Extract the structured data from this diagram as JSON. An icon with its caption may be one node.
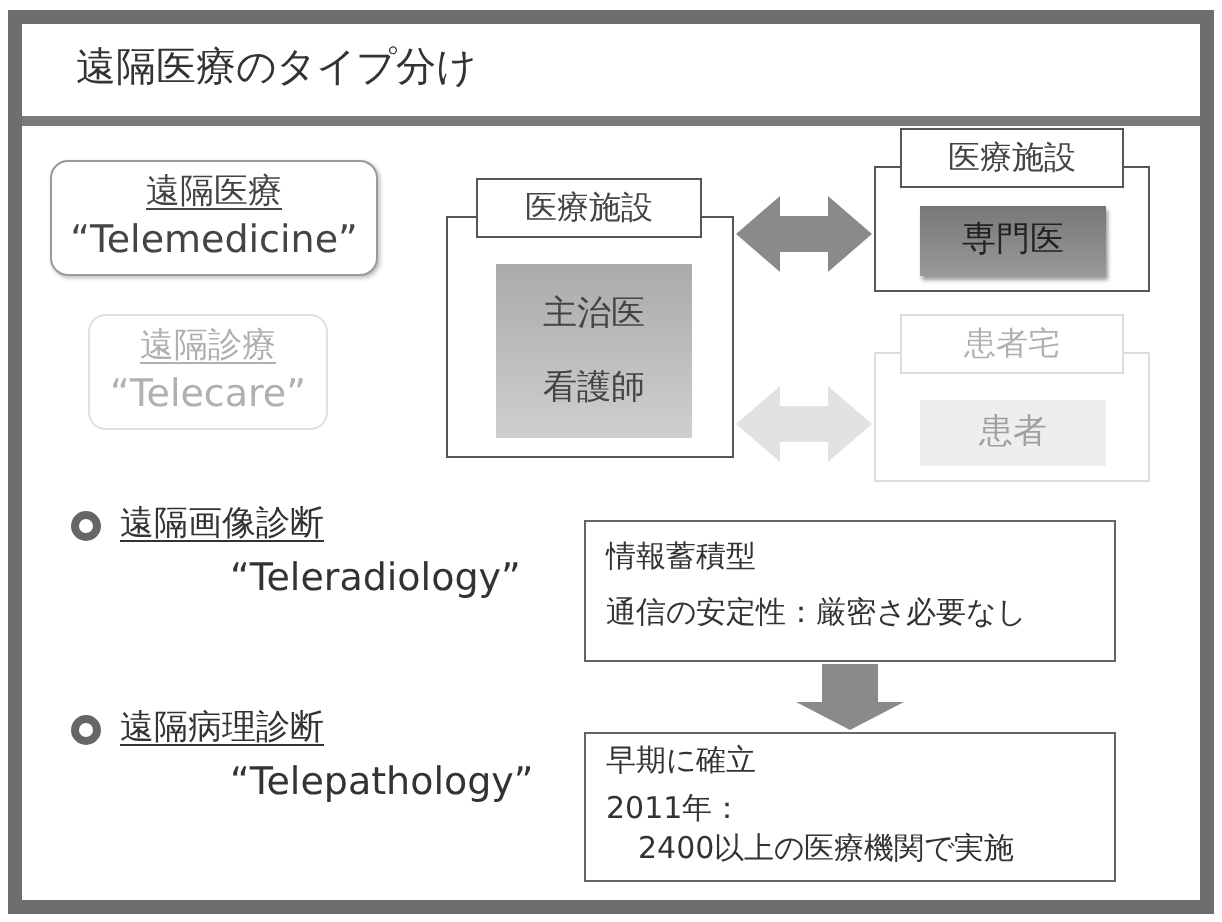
{
  "diagram": {
    "title": "遠隔医療のタイプ分け",
    "nodes": [
      {
        "text": [
          "遠隔医療",
          "“Telemedicine”"
        ]
      },
      {
        "text": [
          "遠隔診療",
          "“Telecare”"
        ]
      },
      {
        "text": [
          "医療施設"
        ]
      },
      {
        "text": [
          "主治医",
          "看護師"
        ],
        "in": 2
      },
      {
        "text": [
          "医療施設"
        ]
      },
      {
        "text": [
          "専門医"
        ],
        "in": 4
      },
      {
        "text": [
          "患者宅"
        ]
      },
      {
        "text": [
          "患者"
        ],
        "in": 6
      },
      {
        "text": [
          "情報蓄積型",
          "通信の安定性：厳密さ必要なし"
        ]
      },
      {
        "text": [
          "早期に確立",
          "2011年：",
          "2400以上の医療機関で実施"
        ]
      }
    ],
    "edges": [
      {
        "from": 2,
        "to": 4,
        "arrow": "both"
      },
      {
        "from": 2,
        "to": 6,
        "arrow": "both",
        "color": "#e2e2e2"
      },
      {
        "from": 8,
        "to": 9,
        "arrow": "to"
      }
    ],
    "labels": [
      "遠隔画像診断",
      "“Teleradiology”",
      "遠隔病理診断",
      "“Telepathology”"
    ]
  }
}
